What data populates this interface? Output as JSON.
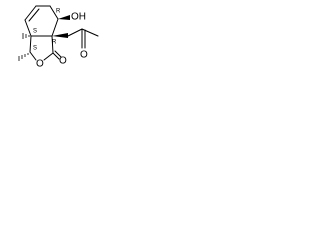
{
  "molecule": {
    "labels": {
      "hydroxyl": "OH",
      "hydroxyl_stereo": "R",
      "ring_oxygen": "O",
      "carbonyl_oxygen": "O",
      "ketone_oxygen": "O",
      "stereo_center_1": "S",
      "stereo_center_2": "R",
      "stereo_center_3": "S"
    }
  }
}
